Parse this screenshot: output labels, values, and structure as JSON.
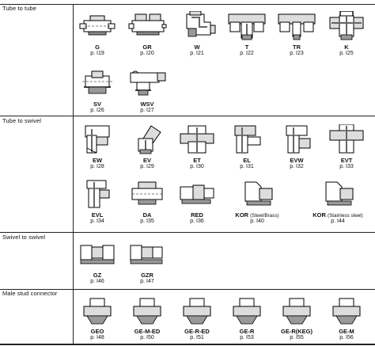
{
  "sections": [
    {
      "title": "Tube to tube",
      "items": [
        {
          "code": "G",
          "page": "p. I19",
          "icon": "union-straight-icon"
        },
        {
          "code": "GR",
          "page": "p. I20",
          "icon": "reducer-union-icon"
        },
        {
          "code": "W",
          "page": "p. I21",
          "icon": "elbow-icon"
        },
        {
          "code": "T",
          "page": "p. I22",
          "icon": "tee-icon"
        },
        {
          "code": "TR",
          "page": "p. I23",
          "icon": "reducing-tee-icon"
        },
        {
          "code": "K",
          "page": "p. I25",
          "icon": "cross-icon"
        },
        {
          "code": "SV",
          "page": "p. I26",
          "icon": "bulkhead-union-icon"
        },
        {
          "code": "WSV",
          "page": "p. I27",
          "icon": "bulkhead-elbow-icon"
        }
      ]
    },
    {
      "title": "Tube to swivel",
      "items": [
        {
          "code": "EW",
          "page": "p. I28",
          "icon": "swivel-elbow-icon"
        },
        {
          "code": "EV",
          "page": "p. I29",
          "icon": "swivel-45-elbow-icon"
        },
        {
          "code": "ET",
          "page": "p. I30",
          "icon": "swivel-tee-run-icon"
        },
        {
          "code": "EL",
          "page": "p. I31",
          "icon": "swivel-tee-branch-icon"
        },
        {
          "code": "EVW",
          "page": "p. I32",
          "icon": "swivel-elbow-adjustable-icon"
        },
        {
          "code": "EVT",
          "page": "p. I33",
          "icon": "swivel-tee-adjustable-icon"
        },
        {
          "code": "EVL",
          "page": "p. I34",
          "icon": "swivel-run-tee-adjustable-icon"
        },
        {
          "code": "DA",
          "page": "p. I35",
          "icon": "swivel-straight-icon"
        },
        {
          "code": "RED",
          "page": "p. I36",
          "icon": "reducer-icon"
        },
        {
          "code": "KOR",
          "sub": "(Steel/Brass)",
          "page": "p. I40",
          "icon": "reducer-insert-icon"
        },
        {
          "code": "KOR",
          "sub": "(Stainless steel)",
          "page": "p. I44",
          "icon": "reducer-insert-stainless-icon"
        }
      ]
    },
    {
      "title": "Swivel to swivel",
      "items": [
        {
          "code": "GZ",
          "page": "p. I46",
          "icon": "swivel-union-icon"
        },
        {
          "code": "GZR",
          "page": "p. I47",
          "icon": "swivel-reducing-union-icon"
        }
      ]
    },
    {
      "title": "Male stud connector",
      "items": [
        {
          "code": "GEO",
          "page": "p. I48",
          "icon": "male-stud-o-ring-icon"
        },
        {
          "code": "GE-M-ED",
          "page": "p. I50",
          "icon": "male-stud-metric-ed-icon"
        },
        {
          "code": "GE-R-ED",
          "page": "p. I51",
          "icon": "male-stud-bsp-ed-icon"
        },
        {
          "code": "GE-R",
          "page": "p. I53",
          "icon": "male-stud-bsp-icon"
        },
        {
          "code": "GE-R(KEG)",
          "page": "p. I55",
          "icon": "male-stud-keg-icon"
        },
        {
          "code": "GE-M",
          "page": "p. I56",
          "icon": "male-stud-metric-icon"
        }
      ]
    }
  ]
}
